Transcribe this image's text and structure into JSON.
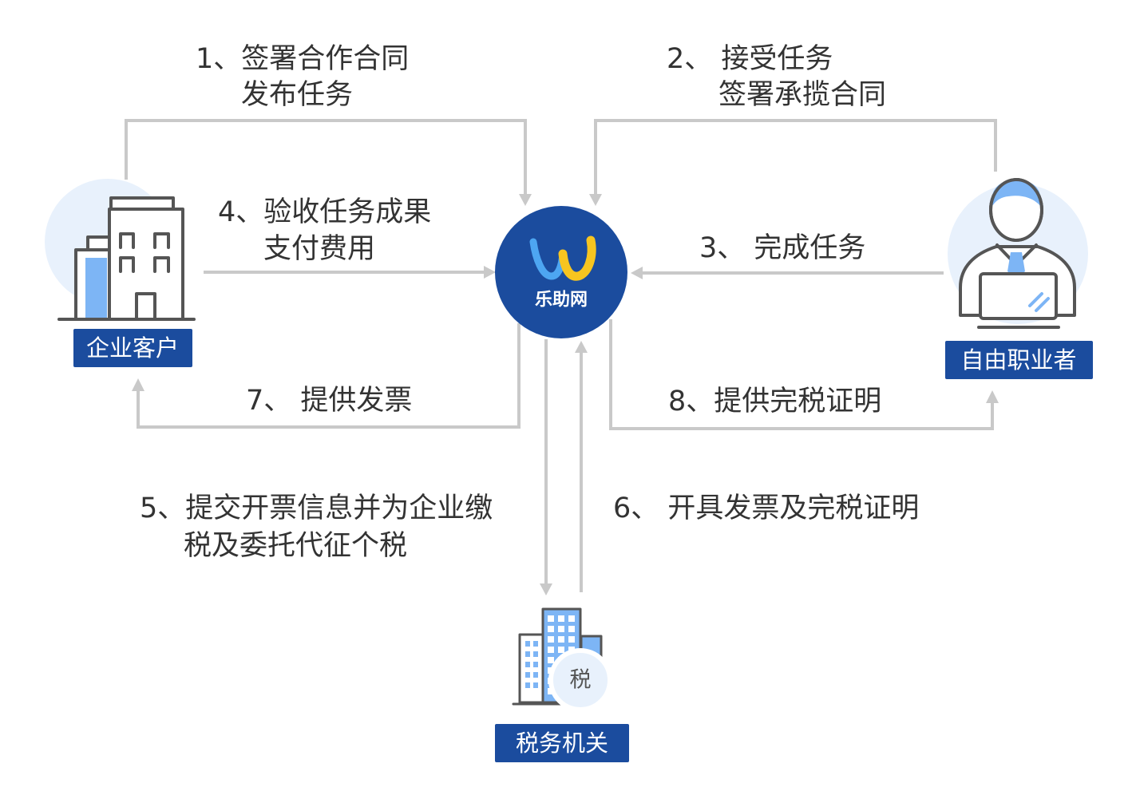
{
  "nodes": {
    "enterprise": {
      "label": "企业客户",
      "icon": "office-building-icon"
    },
    "platform": {
      "label": "乐助网",
      "icon": "w-logo-icon"
    },
    "freelancer": {
      "label": "自由职业者",
      "icon": "person-laptop-icon"
    },
    "tax_bureau": {
      "label": "税务机关",
      "icon": "tax-building-icon",
      "badge": "税"
    }
  },
  "steps": {
    "step1": [
      "1、签署合作合同",
      "发布任务"
    ],
    "step2": [
      "2、 接受任务",
      "签署承揽合同"
    ],
    "step3": [
      "3、 完成任务"
    ],
    "step4": [
      "4、验收任务成果",
      "支付费用"
    ],
    "step5": [
      "5、提交开票信息并为企业缴",
      "税及委托代征个税"
    ],
    "step6": [
      "6、 开具发票及完税证明"
    ],
    "step7": [
      "7、 提供发票"
    ],
    "step8": [
      "8、提供完税证明"
    ]
  },
  "colors": {
    "primary": "#1b4c9e",
    "arrow": "#c9c9c9",
    "text": "#333333",
    "icon_stroke": "#555555",
    "icon_fill": "#7db5f5",
    "icon_bg": "#e8f1fc",
    "logo_blue": "#4da6f2",
    "logo_yellow": "#f7c520"
  }
}
